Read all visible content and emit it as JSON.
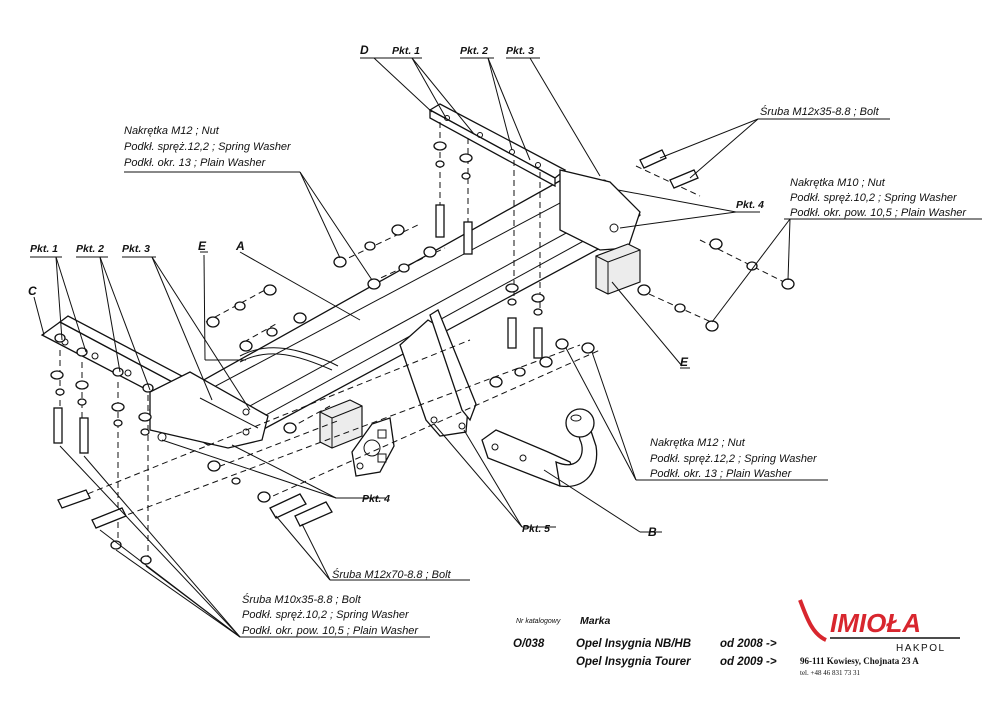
{
  "labels": {
    "D": "D",
    "A": "A",
    "B": "B",
    "C": "C",
    "E": "E",
    "pkt1": "Pkt. 1",
    "pkt2": "Pkt. 2",
    "pkt3": "Pkt. 3",
    "pkt4": "Pkt. 4",
    "pkt5": "Pkt. 5"
  },
  "callouts": {
    "nut_m12_top": [
      "Nakrętka  M12 ; Nut",
      "Podkł. spręż.12,2 ; Spring Washer",
      "Podkł. okr. 13 ; Plain Washer"
    ],
    "bolt_m12x35": "Śruba M12x35-8.8 ;  Bolt",
    "nut_m10": [
      "Nakrętka  M10 ; Nut",
      "Podkł. spręż.10,2 ; Spring Washer",
      "Podkł. okr. pow. 10,5 ; Plain Washer"
    ],
    "nut_m12_right": [
      "Nakrętka  M12 ; Nut",
      "Podkł. spręż.12,2 ; Spring Washer",
      "Podkł. okr. 13 ; Plain Washer"
    ],
    "bolt_m12x70": "Śruba M12x70-8.8 ;  Bolt",
    "bolt_m10x35": [
      "Śruba  M10x35-8.8 ;  Bolt",
      "Podkł. spręż.10,2 ; Spring Washer",
      "Podkł. okr. pow. 10,5 ; Plain Washer"
    ]
  },
  "titleblock": {
    "catalog_label": "Nr katalogowy",
    "brand_label": "Marka",
    "catalog_no": "O/038",
    "models": [
      "Opel Insygnia NB/HB",
      "Opel Insygnia Tourer"
    ],
    "dates": [
      "od 2008 ->",
      "od 2009 ->"
    ]
  },
  "company": {
    "logo": "IMIOŁA",
    "sub": "HAKPOL",
    "address": "96-111 Kowiesy, Chojnata 23 A",
    "phone": "tel. +48 46 831 73 31",
    "logo_color": "#d8262e"
  }
}
